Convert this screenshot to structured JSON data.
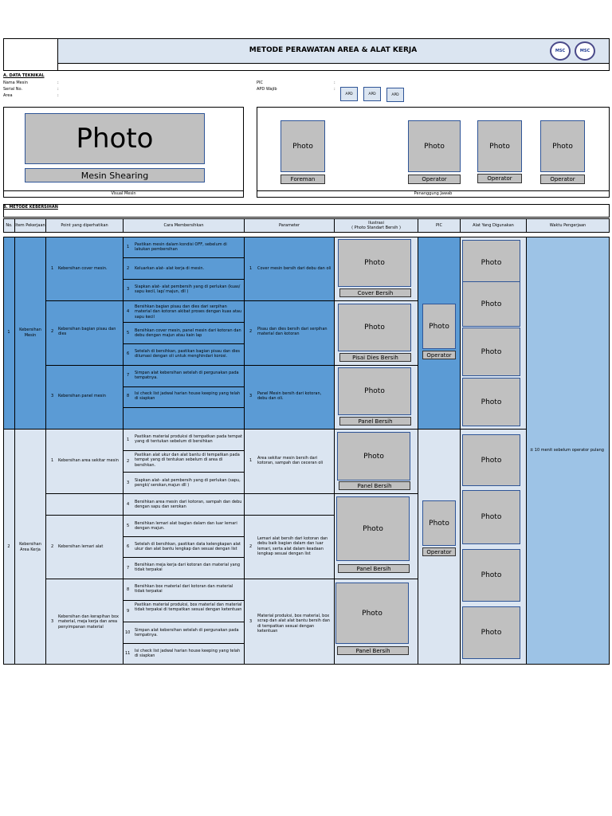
{
  "header": {
    "title": "METODE PERAWATAN AREA & ALAT KERJA",
    "logo1": "MSC",
    "logo2": "MSC"
  },
  "tech": {
    "section": "A. DATA TEKNIKAL",
    "labels": [
      "Nama Mesin",
      "Serial No.",
      "Area"
    ],
    "colon": ":",
    "pic_label": "PIC",
    "apd_label": "APD Wajib",
    "apd": [
      "APD",
      "APD",
      "APD"
    ],
    "big_photo": "Photo",
    "machine_name": "Mesin Shearing",
    "visual_label": "Visual Mesin",
    "resp_label": "Penanggung Jawab",
    "resp": [
      {
        "photo": "Photo",
        "cap": "Foreman"
      },
      {
        "photo": "Photo",
        "cap": "Operator"
      },
      {
        "photo": "Photo",
        "cap": "Operator"
      },
      {
        "photo": "Photo",
        "cap": "Operator"
      }
    ]
  },
  "clean": {
    "section": "B. METODE KEBERSIHAN",
    "headers": {
      "no": "No.",
      "item": "Item Pekerjaan",
      "point": "Point yang diperhatikan",
      "cara": "Cara Membersihkan",
      "param": "Parameter",
      "ilus1": "Ilustrasi",
      "ilus2": "( Photo Standart Bersih )",
      "pic": "PIC",
      "alat": "Alat Yang Digunakan",
      "waktu": "Waktu Pengerjaan"
    },
    "group1": {
      "no": "1",
      "item": "Kebersihan Mesin",
      "points": [
        {
          "n": "1",
          "t": "Kebersihan cover mesin."
        },
        {
          "n": "2",
          "t": "Kebersihan bagian pisau dan dies"
        },
        {
          "n": "3",
          "t": "Kebersihan panel mesin"
        }
      ],
      "steps": [
        {
          "n": "1",
          "t": "Pastikan mesin dalam kondisi OFF, sebelum di lakukan pembersihan"
        },
        {
          "n": "2",
          "t": "Keluarkan alat- alat kerja di mesin."
        },
        {
          "n": "3",
          "t": "Siapkan alat- alat pembersih yang di perlukan (kuas/ sapu kecil, lap/ majun, dll )"
        },
        {
          "n": "4",
          "t": "Bersihkan bagian pisau dan dies dari serpihan material dan kotoran akibat proses dengan kuas atau sapu kecil"
        },
        {
          "n": "5",
          "t": "Bersihkan cover mesin, panel mesin dari kotoran dan debu dengan majun atau kain lap"
        },
        {
          "n": "6",
          "t": "Setelah di bersihkan, pastikan bagian pisau dan dies dilumasi dengan oli untuk menghindari korosi."
        },
        {
          "n": "7",
          "t": "Simpan alat kebersihan setelah di pergunakan pada tempatnya."
        },
        {
          "n": "8",
          "t": "Isi check list jadwal harian house keeping yang telah di siapkan"
        }
      ],
      "params": [
        {
          "n": "1",
          "t": "Cover mesin bersih dari debu dan oli"
        },
        {
          "n": "2",
          "t": "Pisau dan dies bersih dari serpihan material dan kotoran"
        },
        {
          "n": "3",
          "t": "Panel Mesin bersih dari kotoran, debu dan oli."
        }
      ],
      "ilus": [
        {
          "photo": "Photo",
          "cap": "Cover Bersih"
        },
        {
          "photo": "Photo",
          "cap": "Pisai Dies Bersih"
        },
        {
          "photo": "Photo",
          "cap": "Panel  Bersih"
        }
      ],
      "pic": {
        "photo": "Photo",
        "cap": "Operator"
      },
      "alat": [
        "Photo",
        "Photo",
        "Photo",
        "Photo"
      ]
    },
    "group2": {
      "no": "2",
      "item": "Kebersihan Area Kerja",
      "points": [
        {
          "n": "1",
          "t": "Kebersihan area sekitar mesin"
        },
        {
          "n": "2",
          "t": "Kebersihan lemari alat"
        },
        {
          "n": "3",
          "t": "Kebersihan dan kerapihan box material, meja kerja dan area penyimpanan material"
        }
      ],
      "steps": [
        {
          "n": "1",
          "t": "Pastikan material produksi di tempatkan pada tempat yang di tentukan sebelum di bersihkan"
        },
        {
          "n": "2",
          "t": "Pastikan alat ukur dan alat bantu di tempatkan pada tempat yang di tentukan sebelum di area di bersihkan."
        },
        {
          "n": "3",
          "t": "Siapkan alat- alat pembersih yang di perlukan (sapu, pengki/ serokan,majun dll )"
        },
        {
          "n": "4",
          "t": "Bersihkan area mesin dari kotoran, sampah dan debu dengan sapu dan serokan"
        },
        {
          "n": "5",
          "t": "Bersihkan lemari alat bagian dalam dan luar lemari dengan majun."
        },
        {
          "n": "6",
          "t": "Setelah di bersihkan, pastikan data kelengkapan alat ukur dan alat bantu lengkap dan sesuai dengan list"
        },
        {
          "n": "7",
          "t": "Bersihkan meja kerja dari kotoran dan material yang tidak terpakai"
        },
        {
          "n": "8",
          "t": "Bersihkan box material dari kotoran dan material tidak terpakai"
        },
        {
          "n": "9",
          "t": "Pastikan material produksi, box material dan material tidak terpakai di tempatkan sesuai dengan ketentuan"
        },
        {
          "n": "10",
          "t": "Simpan alat kebersihan setelah di pergunakan pada tempatnya."
        },
        {
          "n": "11",
          "t": "Isi check list jadwal harian house keeping yang telah di siapkan"
        }
      ],
      "params": [
        {
          "n": "1",
          "t": "Area sekitar mesin bersih dari kotoran, sampah dan ceceran oli"
        },
        {
          "n": "2",
          "t": "Lemari alat bersih dari kotoran dan debu baik bagian dalam dan luar lemari, serta alat dalam keadaan lengkap sesuai dengan list"
        },
        {
          "n": "3",
          "t": "Material produksi, box material, box scrap dan alat alat bantu bersih dan di tempatkan sesuai dengan ketentuan"
        }
      ],
      "ilus": [
        {
          "photo": "Photo",
          "cap": "Panel  Bersih"
        },
        {
          "photo": "Photo",
          "cap": "Panel  Bersih"
        },
        {
          "photo": "Photo",
          "cap": "Panel  Bersih"
        }
      ],
      "pic": {
        "photo": "Photo",
        "cap": "Operator"
      },
      "alat": [
        "Photo",
        "Photo",
        "Photo",
        "Photo"
      ]
    },
    "waktu": "± 10 menit sebelum operator pulang"
  }
}
